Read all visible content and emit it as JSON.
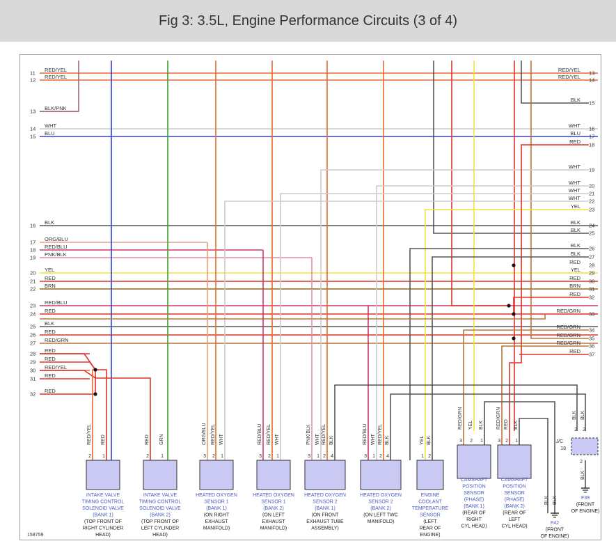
{
  "title": "Fig 3: 3.5L, Engine Performance Circuits (3 of 4)",
  "figure_id": "158759",
  "colors": {
    "RED": "#e0322a",
    "RED/YEL": "#e8692e",
    "BLK": "#555555",
    "BLK/PNK": "#9a6b72",
    "WHT": "#cccccc",
    "BLU": "#2f3fd8",
    "ORG/BLU": "#e4a07a",
    "RED/BLU": "#cf3a62",
    "PNK/BLK": "#e08fa6",
    "YEL": "#f2e23a",
    "BRN": "#8a6a1e",
    "RED/GRN": "#b8763a",
    "GRN": "#3aa02a",
    "BLU/WHT": "#5a64e0",
    "component": "#c9c9f3",
    "label": "#4a5bbf"
  },
  "left_wires": [
    {
      "num": "11",
      "label": "RED/YEL"
    },
    {
      "num": "12",
      "label": "RED/YEL"
    },
    {
      "num": "13",
      "label": "BLK/PNK"
    },
    {
      "num": "14",
      "label": "WHT"
    },
    {
      "num": "15",
      "label": "BLU"
    },
    {
      "num": "16",
      "label": "BLK"
    },
    {
      "num": "17",
      "label": "ORG/BLU"
    },
    {
      "num": "18",
      "label": "RED/BLU"
    },
    {
      "num": "19",
      "label": "PNK/BLK"
    },
    {
      "num": "20",
      "label": "YEL"
    },
    {
      "num": "21",
      "label": "RED"
    },
    {
      "num": "22",
      "label": "BRN"
    },
    {
      "num": "23",
      "label": "RED/BLU"
    },
    {
      "num": "24",
      "label": "RED"
    },
    {
      "num": "25",
      "label": "BLK"
    },
    {
      "num": "26",
      "label": "RED"
    },
    {
      "num": "27",
      "label": "RED/GRN"
    },
    {
      "num": "28",
      "label": "RED"
    },
    {
      "num": "29",
      "label": "RED"
    },
    {
      "num": "30",
      "label": "RED/YEL"
    },
    {
      "num": "31",
      "label": "RED"
    },
    {
      "num": "32",
      "label": "RED"
    }
  ],
  "right_wires": [
    {
      "num": "13",
      "label": "RED/YEL"
    },
    {
      "num": "14",
      "label": "RED/YEL"
    },
    {
      "num": "15",
      "label": "BLK"
    },
    {
      "num": "16",
      "label": "WHT"
    },
    {
      "num": "17",
      "label": "BLU"
    },
    {
      "num": "18",
      "label": "RED"
    },
    {
      "num": "19",
      "label": "WHT"
    },
    {
      "num": "20",
      "label": "WHT"
    },
    {
      "num": "21",
      "label": "WHT"
    },
    {
      "num": "22",
      "label": "WHT"
    },
    {
      "num": "23",
      "label": "YEL"
    },
    {
      "num": "24",
      "label": "BLK"
    },
    {
      "num": "25",
      "label": "BLK"
    },
    {
      "num": "26",
      "label": "BLK"
    },
    {
      "num": "27",
      "label": "BLK"
    },
    {
      "num": "28",
      "label": "RED"
    },
    {
      "num": "29",
      "label": "YEL"
    },
    {
      "num": "30",
      "label": "RED"
    },
    {
      "num": "31",
      "label": "BRN"
    },
    {
      "num": "32",
      "label": "RED"
    },
    {
      "num": "33",
      "label": "RED/GRN"
    },
    {
      "num": "34",
      "label": "RED/GRN"
    },
    {
      "num": "35",
      "label": "RED/GRN"
    },
    {
      "num": "36",
      "label": "RED/GRN"
    },
    {
      "num": "37",
      "label": "RED"
    }
  ],
  "components": [
    {
      "name": "INTAKE VALVE TIMING CONTROL SOLENOID VALVE (BANK 1)",
      "lines": [
        "INTAKE VALVE",
        "TIMING CONTROL",
        "SOLENOID VALVE",
        "(BANK 1)",
        "(TOP FRONT OF",
        "RIGHT CYLINDER",
        "HEAD)"
      ],
      "pins": [
        {
          "num": "2",
          "wire": "RED/YEL"
        },
        {
          "num": "1",
          "wire": "RED"
        }
      ]
    },
    {
      "name": "INTAKE VALVE TIMING CONTROL SOLENOID VALVE (BANK 2)",
      "lines": [
        "INTAKE VALVE",
        "TIMING CONTROL",
        "SOLENOID VALVE",
        "(BANK 2)",
        "(TOP FRONT OF",
        "LEFT CYLINDER",
        "HEAD)"
      ],
      "pins": [
        {
          "num": "2",
          "wire": "RED"
        },
        {
          "num": "1",
          "wire": "GRN"
        }
      ]
    },
    {
      "name": "HEATED OXYGEN SENSOR 1 (BANK 1)",
      "lines": [
        "HEATED OXYGEN",
        "SENSOR 1",
        "(BANK 1)",
        "(ON RIGHT",
        "EXHAUST",
        "MANIFOLD)"
      ],
      "pins": [
        {
          "num": "3",
          "wire": "ORG/BLU"
        },
        {
          "num": "2",
          "wire": "RED/YEL"
        },
        {
          "num": "1",
          "wire": "WHT"
        }
      ]
    },
    {
      "name": "HEATED OXYGEN SENSOR 1 (BANK 2)",
      "lines": [
        "HEATED OXYGEN",
        "SENSOR 1",
        "(BANK 2)",
        "(ON LEFT",
        "EXHAUST",
        "MANIFOLD)"
      ],
      "pins": [
        {
          "num": "3",
          "wire": "RED/BLU"
        },
        {
          "num": "2",
          "wire": "RED/YEL"
        },
        {
          "num": "1",
          "wire": "WHT"
        }
      ]
    },
    {
      "name": "HEATED OXYGEN SENSOR 2 (BANK 1)",
      "lines": [
        "HEATED OXYGEN",
        "SENSOR 2",
        "(BANK 1)",
        "(ON FRONT",
        "EXHAUST TUBE",
        "ASSEMBLY)"
      ],
      "pins": [
        {
          "num": "3",
          "wire": "PNK/BLK"
        },
        {
          "num": "1",
          "wire": "WHT"
        },
        {
          "num": "2",
          "wire": "RED/YEL"
        },
        {
          "num": "4",
          "wire": "BLK"
        }
      ]
    },
    {
      "name": "HEATED OXYGEN SENSOR 2 (BANK 2)",
      "lines": [
        "HEATED OXYGEN",
        "SENSOR 2",
        "(BANK 2)",
        "(ON LEFT TWC",
        "MANIFOLD)"
      ],
      "pins": [
        {
          "num": "3",
          "wire": "RED/BLU"
        },
        {
          "num": "1",
          "wire": "WHT"
        },
        {
          "num": "2",
          "wire": "RED/YEL"
        },
        {
          "num": "4",
          "wire": "BLK"
        }
      ]
    },
    {
      "name": "ENGINE COOLANT TEMPERATURE SENSOR",
      "lines": [
        "ENGINE",
        "COOLANT",
        "TEMPERATURE",
        "SENSOR",
        "(LEFT",
        "REAR OF",
        "ENGINE)"
      ],
      "pins": [
        {
          "num": "1",
          "wire": "YEL"
        },
        {
          "num": "2",
          "wire": "BLK"
        }
      ]
    },
    {
      "name": "CAMSHAFT POSITION SENSOR (PHASE) (BANK 1)",
      "lines": [
        "CAMSHAFT",
        "POSITION",
        "SENSOR",
        "(PHASE)",
        "(BANK 1)",
        "(REAR OF",
        "RIGHT",
        "CYL HEAD)"
      ],
      "pins": [
        {
          "num": "3",
          "wire": "RED/GRN"
        },
        {
          "num": "2",
          "wire": "YEL"
        },
        {
          "num": "1",
          "wire": "BLK"
        }
      ]
    },
    {
      "name": "CAMSHAFT POSITION SENSOR (PHASE) (BANK 2)",
      "lines": [
        "CAMSHAFT",
        "POSITION",
        "SENSOR",
        "(PHASE)",
        "(BANK 2)",
        "(REAR OF",
        "LEFT",
        "CYL HEAD)"
      ],
      "pins": [
        {
          "num": "3",
          "wire": "RED/GRN"
        },
        {
          "num": "2",
          "wire": "RED"
        },
        {
          "num": "1",
          "wire": "BLK"
        }
      ]
    }
  ],
  "joint_connector": {
    "label": "J/C",
    "num": "18",
    "pins_top": [
      "2",
      "2"
    ],
    "pin_bottom": "2",
    "wires_top": [
      "BLK",
      "BLK"
    ],
    "wire_bottom": "BLK"
  },
  "grounds": [
    {
      "id": "F42",
      "lines": [
        "F42",
        "(FRONT",
        "OF ENGINE)"
      ],
      "wire": "BLK"
    },
    {
      "id": "F39",
      "lines": [
        "F39",
        "(FRONT",
        "OF ENGINE)"
      ],
      "wire": "BLK"
    }
  ]
}
